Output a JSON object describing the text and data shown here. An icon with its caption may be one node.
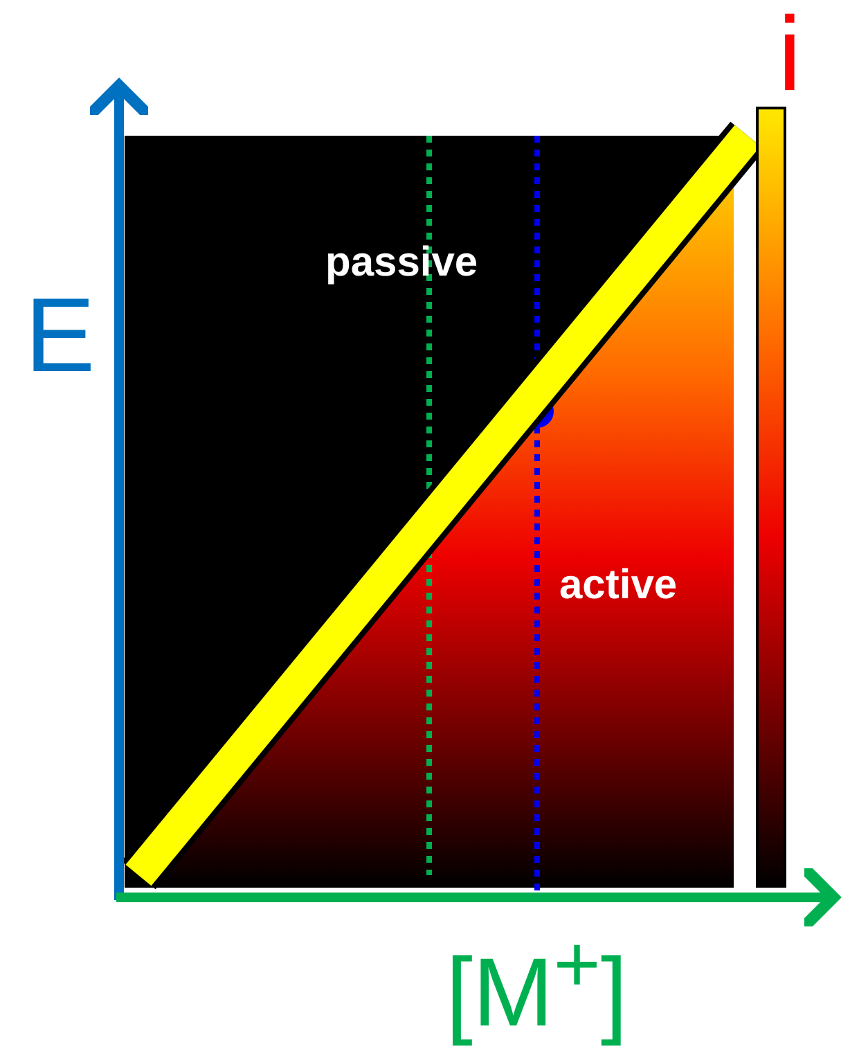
{
  "diagram": {
    "labels": [
      "E",
      "i",
      "passive",
      "active",
      "[M$^{+}$]"
    ]
  }
}
